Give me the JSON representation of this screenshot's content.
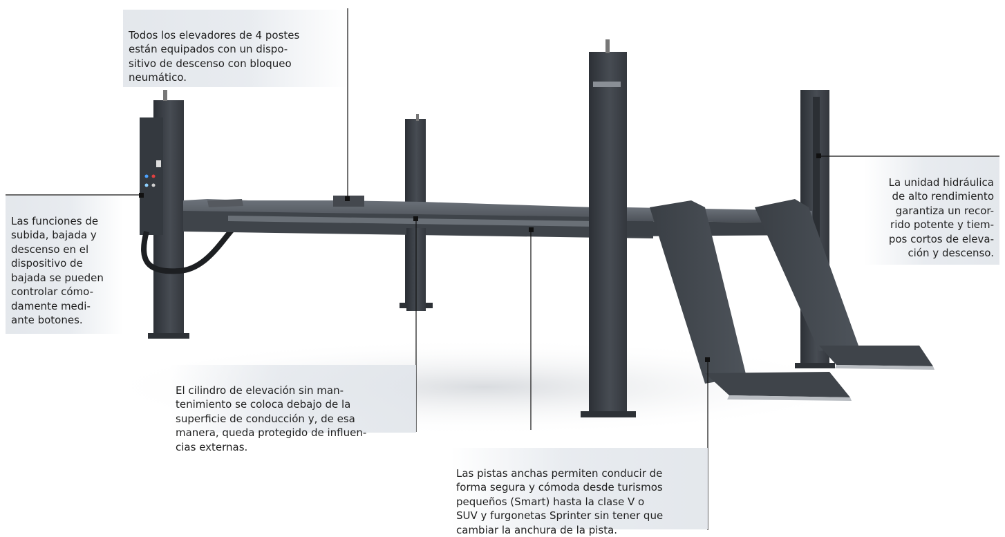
{
  "colors": {
    "lift_body": "#3c4147",
    "lift_dark": "#2a2e33",
    "lift_light": "#5a6068",
    "floor_shadow": "#d9dbde",
    "callout_bg": "#e4e8ed",
    "leader": "#111111"
  },
  "callouts": {
    "c1": {
      "text": "Todos los elevadores de 4 postes\nestán equipados con un dispo-\nsitivo de descenso con bloqueo\nneumático."
    },
    "c2": {
      "text": "Las funciones de\nsubida, bajada y\ndescenso en el\ndispositivo de\nbajada se pueden\ncontrolar cómo-\ndamente medi-\nante botones."
    },
    "c3": {
      "text": "La unidad hidráulica\nde alto rendimiento\ngarantiza un recor-\nrido potente y tiem-\npos cortos de eleva-\nción y descenso."
    },
    "c4": {
      "text": "El cilindro de elevación sin man-\ntenimiento se coloca debajo de la\nsuperficie de conducción y, de esa\nmanera, queda protegido de influen-\ncias externas."
    },
    "c5": {
      "text": "Las pistas anchas permiten conducir de\nforma segura y cómoda desde turismos\npequeños (Smart) hasta la clase V o\nSUV y furgonetas Sprinter sin tener que\ncambiar la anchura de la pista."
    }
  }
}
